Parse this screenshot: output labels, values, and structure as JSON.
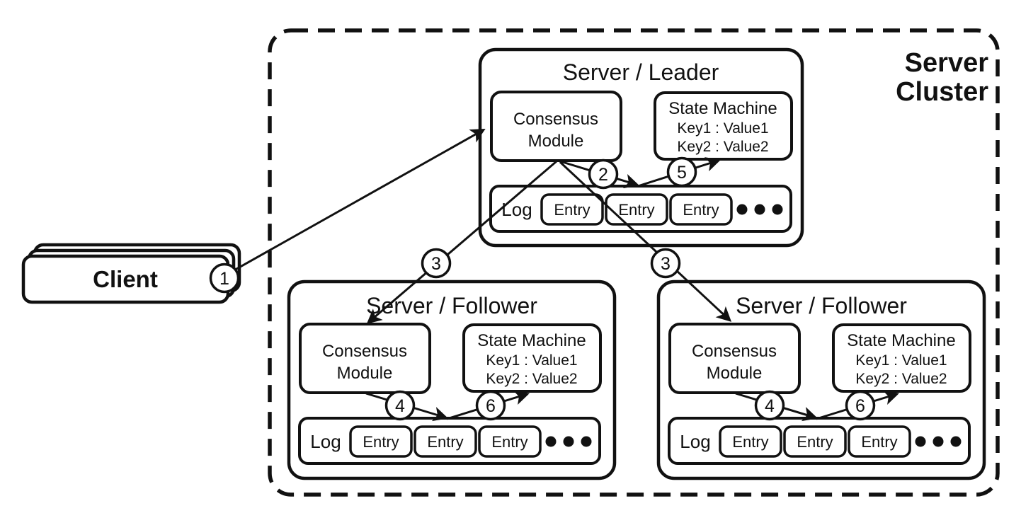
{
  "diagram": {
    "kind": "raft-consensus-replication-diagram",
    "colors": {
      "ink": "#111111",
      "paper": "#ffffff"
    }
  },
  "cluster": {
    "line1": "Server",
    "line2": "Cluster"
  },
  "client": {
    "label": "Client",
    "step": "1"
  },
  "servers": [
    {
      "title": "Server / Leader",
      "consensus": [
        "Consensus",
        "Module"
      ],
      "state_machine": {
        "title": "State Machine",
        "rows": [
          "Key1 : Value1",
          "Key2 : Value2"
        ]
      },
      "log": {
        "label": "Log",
        "entries": [
          "Entry",
          "Entry",
          "Entry"
        ]
      },
      "steps": {
        "append": "2",
        "apply": "5",
        "replicate_left": "3",
        "replicate_right": "3"
      }
    },
    {
      "title": "Server / Follower",
      "consensus": [
        "Consensus",
        "Module"
      ],
      "state_machine": {
        "title": "State Machine",
        "rows": [
          "Key1 : Value1",
          "Key2 : Value2"
        ]
      },
      "log": {
        "label": "Log",
        "entries": [
          "Entry",
          "Entry",
          "Entry"
        ]
      },
      "steps": {
        "append": "4",
        "apply": "6"
      }
    },
    {
      "title": "Server / Follower",
      "consensus": [
        "Consensus",
        "Module"
      ],
      "state_machine": {
        "title": "State Machine",
        "rows": [
          "Key1 : Value1",
          "Key2 : Value2"
        ]
      },
      "log": {
        "label": "Log",
        "entries": [
          "Entry",
          "Entry",
          "Entry"
        ]
      },
      "steps": {
        "append": "4",
        "apply": "6"
      }
    }
  ],
  "icons": {
    "log_ellipsis": "more-entries-dots"
  }
}
